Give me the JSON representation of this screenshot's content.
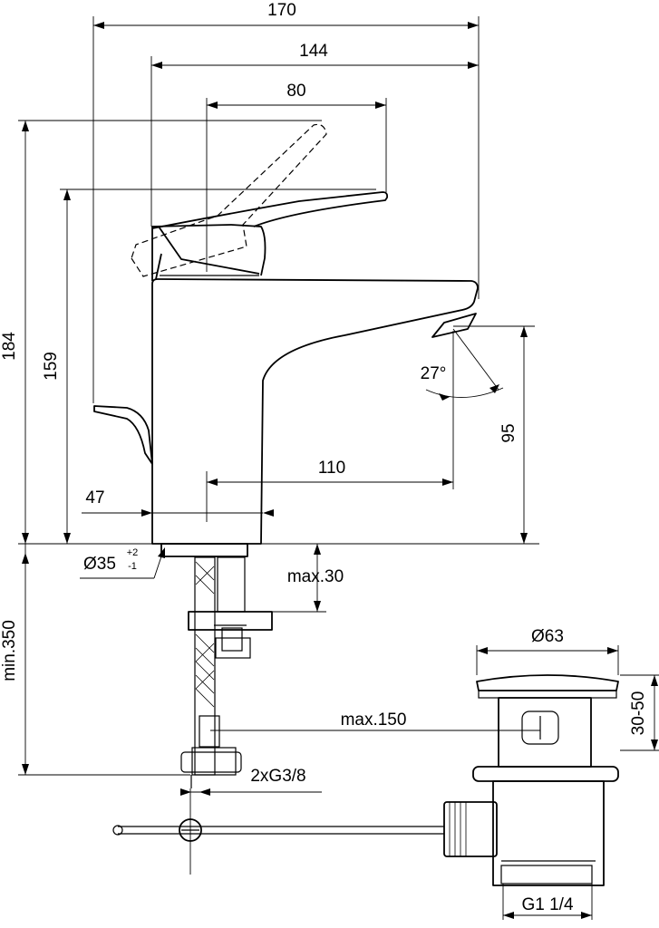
{
  "dimensions": {
    "overall_depth": "170",
    "spout_reach_from_lever": "144",
    "lever_reach": "80",
    "overall_height": "184",
    "lever_height": "159",
    "outlet_height": "95",
    "spout_projection": "110",
    "base_width": "47",
    "spray_angle": "27°",
    "mounting_hole": "Ø35",
    "mounting_tol_upper": "+2",
    "mounting_tol_lower": "-1",
    "max_deck_thickness": "max.30",
    "min_hose_length": "min.350",
    "max_pull_rod": "max.150",
    "connections": "2xG3/8",
    "waste_diameter": "Ø63",
    "waste_basin_thickness": "30-50",
    "waste_thread": "G1 1/4"
  }
}
